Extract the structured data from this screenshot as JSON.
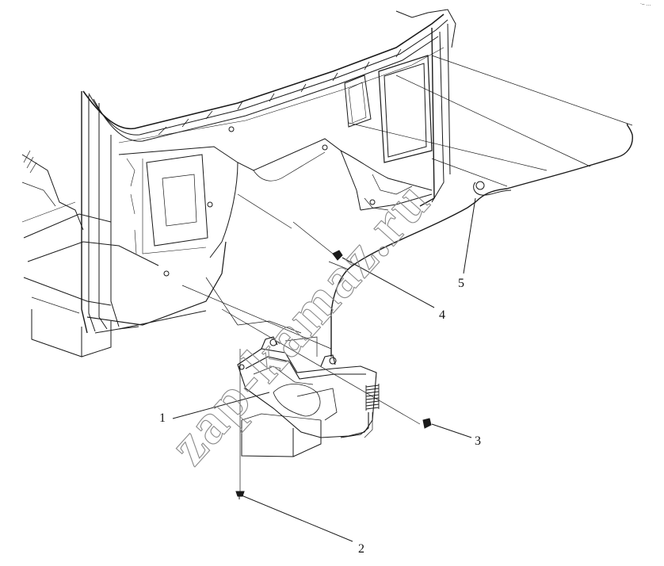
{
  "diagram": {
    "callouts": [
      {
        "label": "1",
        "part": "washer-reservoir"
      },
      {
        "label": "2",
        "part": "reservoir-fastener"
      },
      {
        "label": "3",
        "part": "clip-fastener"
      },
      {
        "label": "4",
        "part": "hose-clip"
      },
      {
        "label": "5",
        "part": "washer-hose-nozzle"
      }
    ],
    "watermark": "zap-kamaz.ru",
    "corner_mark": "·‒ ․․․"
  },
  "colors": {
    "line": "#1a1a1a",
    "watermark": "#8a8a8a",
    "background": "#ffffff"
  }
}
